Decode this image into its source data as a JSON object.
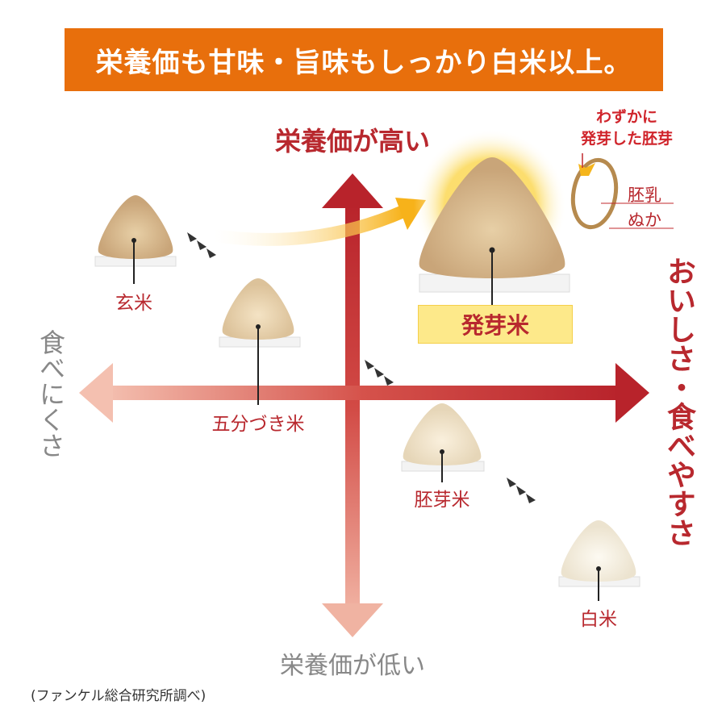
{
  "header": {
    "title": "栄養価も甘味・旨味もしっかり白米以上。"
  },
  "axes": {
    "top": "栄養価が高い",
    "bottom": "栄養価が低い",
    "left": "食べにくさ",
    "right": "おいしさ・食べやすさ"
  },
  "rice": [
    {
      "label": "玄米"
    },
    {
      "label": "五分づき米"
    },
    {
      "label": "発芽米"
    },
    {
      "label": "胚芽米"
    },
    {
      "label": "白米"
    }
  ],
  "grain_diagram": {
    "germ_label_line1": "わずかに",
    "germ_label_line2": "発芽した胚芽",
    "endosperm": "胚乳",
    "bran": "ぬか"
  },
  "note": "(ファンケル総合研究所調べ)",
  "colors": {
    "header": "#e86f0c",
    "accent_red": "#b8282e",
    "highlight": "#fde98a"
  }
}
